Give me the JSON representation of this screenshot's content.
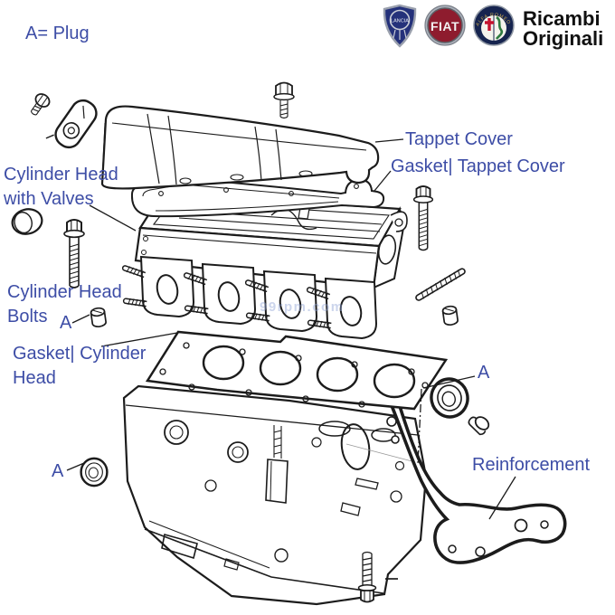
{
  "colors": {
    "label_blue": "#3d4da6",
    "line_black": "#1c1c1c",
    "fiat_red": "#8e1c2e",
    "lancia_blue": "#24317a",
    "alfa_navy": "#16244f",
    "alfa_green": "#2f7a3f",
    "alfa_red": "#c4122e",
    "alfa_gold": "#caa94e"
  },
  "header": {
    "note": "A= Plug",
    "brand_line1": "Ricambi",
    "brand_line2": "Originali",
    "logos": {
      "lancia": "LANCIA",
      "fiat": "FIAT",
      "alfa": "ALFA ROMEO"
    }
  },
  "labels": {
    "tappet_cover": "Tappet Cover",
    "gasket_tappet_cover": "Gasket| Tappet Cover",
    "cyl_head_l1": "Cylinder Head",
    "cyl_head_l2": "with Valves",
    "head_bolts_l1": "Cylinder Head",
    "head_bolts_l2": "Bolts",
    "gasket_head_l1": "Gasket| Cylinder",
    "gasket_head_l2": "Head",
    "reinforcement": "Reinforcement",
    "marker_a": "A"
  },
  "watermark": "99rpm.com"
}
